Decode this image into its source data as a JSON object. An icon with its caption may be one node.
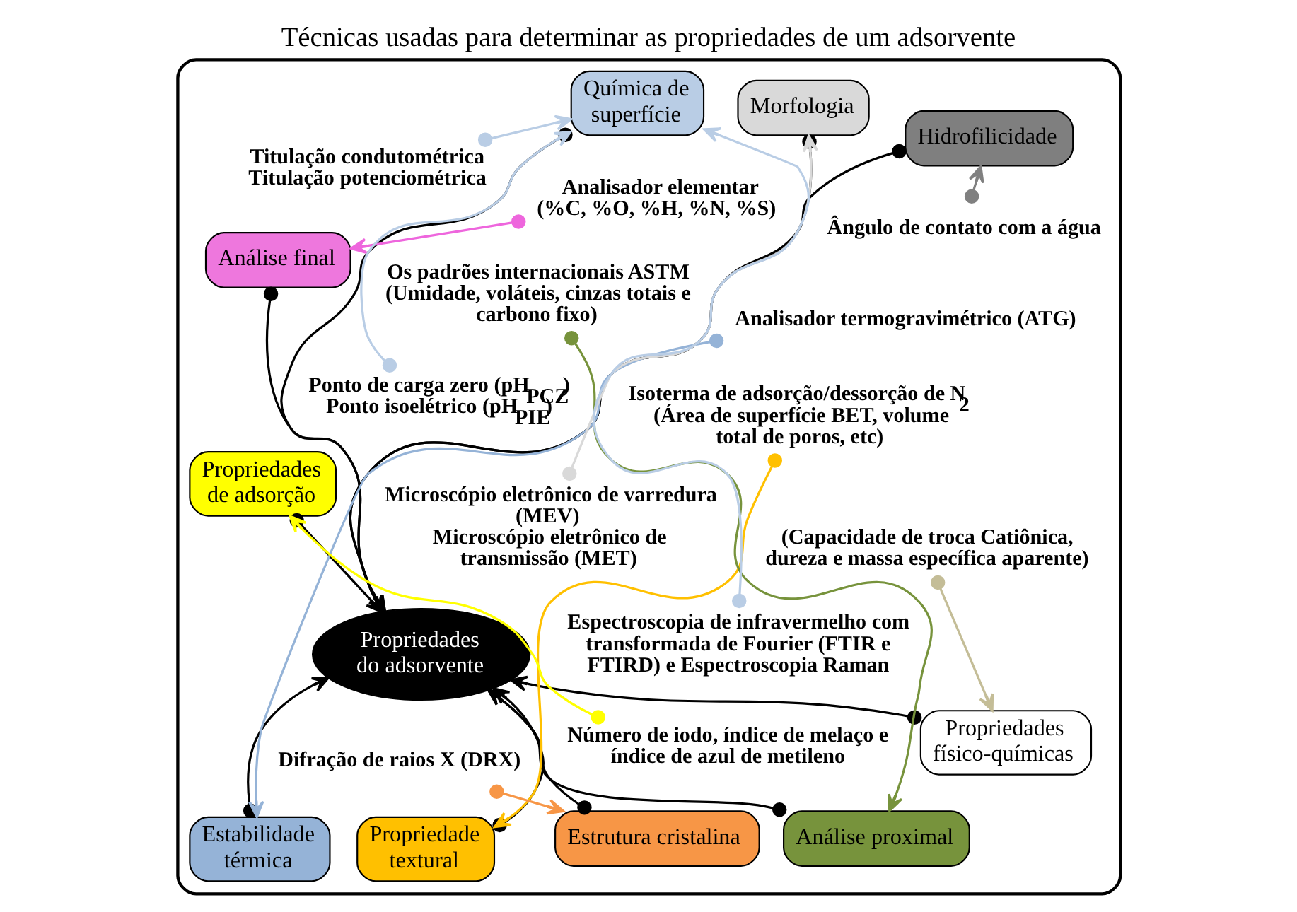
{
  "diagram": {
    "title": "Técnicas usadas para determinar as propriedades de um adsorvente",
    "nodes": [
      {
        "text": [],
        "shape": "box"
      },
      {
        "text": [
          "Propriedades do adsorvente"
        ],
        "in": 0
      },
      {
        "text": [
          "Estabilidade térmica"
        ],
        "in": 0
      },
      {
        "text": [
          "Propriedade textural"
        ],
        "in": 0
      },
      {
        "text": [
          "Estrutura cristalina"
        ],
        "in": 0
      },
      {
        "text": [
          "Morfologia"
        ],
        "in": 0
      },
      {
        "text": [
          "Análise proximal"
        ],
        "in": 0
      },
      {
        "text": [
          "Química de superfície"
        ],
        "in": 0
      },
      {
        "text": [
          "Análise final"
        ],
        "in": 0
      },
      {
        "text": [
          "Hidrofilicidade"
        ],
        "in": 0
      },
      {
        "text": [
          "Propriedades físico-químicas"
        ],
        "in": 0
      },
      {
        "text": [
          "Propriedades de adsorção"
        ],
        "in": 0
      },
      {
        "text": [
          "Analisador termogravimétrico (ATG)"
        ],
        "in": 0
      },
      {
        "text": [
          "Isoterma de adsorção/dessorção de N$_{2}$",
          "(Área de superfície BET, volume total de poros, etc)"
        ],
        "in": 0
      },
      {
        "text": [
          "Difração de raios X (DRX)"
        ],
        "in": 0
      },
      {
        "text": [
          "Os padrões internacionais ASTM",
          "(Umidade, voláteis, cinzas totais e carbono fixo)"
        ],
        "in": 0
      },
      {
        "text": [
          "Microscópio eletrônico de varredura (MEV)",
          "Microscópio eletrônico de transmissão (MET)"
        ],
        "in": 0
      },
      {
        "text": [
          "Analisador elementar",
          "(%C, %O, %H, %N, %S)"
        ],
        "in": 0
      },
      {
        "text": [
          "Titulação condutométrica",
          "Titulação potenciométrica"
        ],
        "in": 0
      },
      {
        "text": [
          "Ponto de carga zero (pH$_{PCZ}$)",
          "Ponto isoelétrico (pH$_{PIE}$)"
        ],
        "in": 0
      },
      {
        "text": [
          "Espectroscopia de infravermelho com transformada de Fourier (FTIR e FTIRD) e Espectroscopia Raman"
        ],
        "in": 0
      },
      {
        "text": [
          "(Capacidade de troca Catiônica, dureza e massa específica aparente)"
        ],
        "in": 0
      },
      {
        "text": [
          "Ângulo de contato com a água"
        ],
        "in": 0
      },
      {
        "text": [
          "Número de iodo, índice de melaço e índice de azul de metileno"
        ],
        "in": 0
      }
    ],
    "edges": [
      {
        "from": 2,
        "to": 1,
        "arrow": "to"
      },
      {
        "from": 3,
        "to": 1,
        "arrow": "to"
      },
      {
        "from": 4,
        "to": 1,
        "arrow": "to"
      },
      {
        "from": 5,
        "to": 1,
        "arrow": "to"
      },
      {
        "from": 6,
        "to": 1,
        "arrow": "to"
      },
      {
        "from": 7,
        "to": 1,
        "arrow": "to"
      },
      {
        "from": 8,
        "to": 1,
        "arrow": "to"
      },
      {
        "from": 9,
        "to": 1,
        "arrow": "to"
      },
      {
        "from": 10,
        "to": 1,
        "arrow": "to"
      },
      {
        "from": 11,
        "to": 1,
        "arrow": "to"
      },
      {
        "from": 12,
        "to": 2,
        "arrow": "to",
        "color": "#95b3d7"
      },
      {
        "from": 13,
        "to": 3,
        "arrow": "to",
        "color": "#ffc000"
      },
      {
        "from": 14,
        "to": 4,
        "arrow": "to",
        "color": "#f79646"
      },
      {
        "from": 15,
        "to": 6,
        "arrow": "to",
        "color": "#77933c"
      },
      {
        "from": 16,
        "to": 5,
        "arrow": "to",
        "color": "#d9d9d9"
      },
      {
        "from": 17,
        "to": 8,
        "arrow": "to",
        "color": "#ee66dd"
      },
      {
        "from": 18,
        "to": 7,
        "arrow": "to",
        "color": "#b9cde5"
      },
      {
        "from": 19,
        "to": 7,
        "arrow": "to",
        "color": "#b9cde5"
      },
      {
        "from": 20,
        "to": 7,
        "arrow": "to",
        "color": "#b9cde5"
      },
      {
        "from": 21,
        "to": 10,
        "arrow": "to",
        "color": "#c4bd97"
      },
      {
        "from": 22,
        "to": 9,
        "arrow": "to",
        "color": "#808080"
      },
      {
        "from": 23,
        "to": 11,
        "arrow": "to",
        "color": "#ffff00"
      }
    ]
  }
}
